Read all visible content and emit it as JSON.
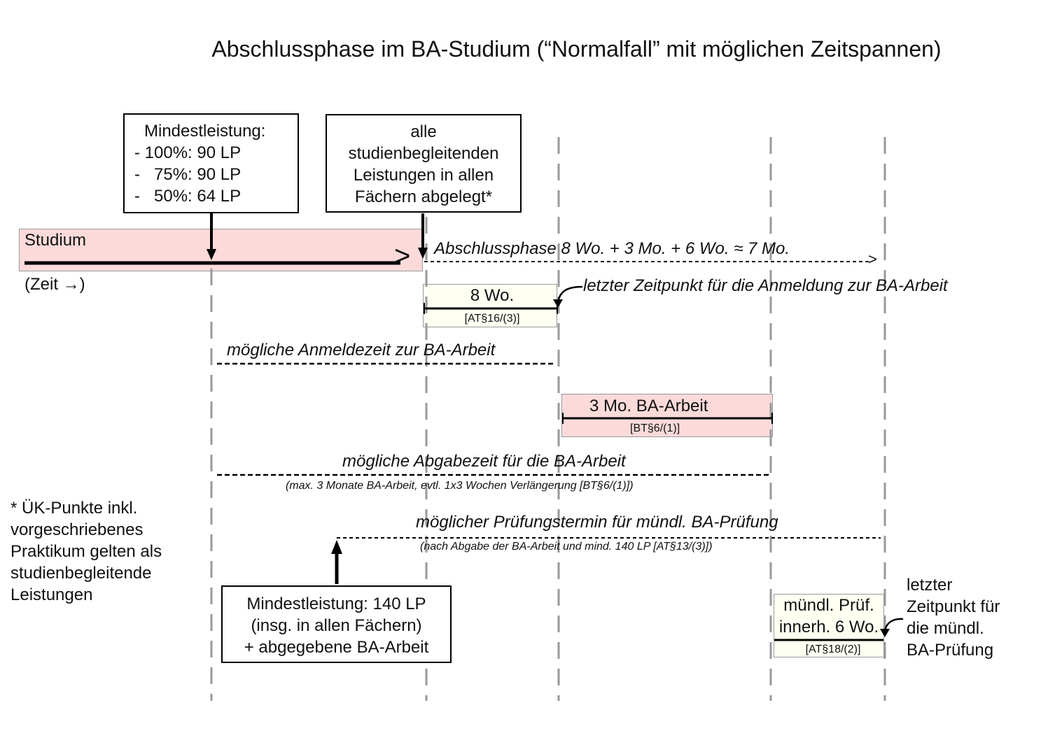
{
  "title": "Abschlussphase im BA-Studium (“Normalfall” mit möglichen Zeitspannen)",
  "colors": {
    "study_fill": "#fcdada",
    "yellow_fill": "#fffff2",
    "line": "#000000",
    "guide": "#999999"
  },
  "box_min": {
    "lines": [
      "Mindestleistung:",
      "- 100%: 90 LP",
      "-   75%: 90 LP",
      "-   50%: 64 LP"
    ]
  },
  "box_alle": {
    "lines": [
      "alle",
      "studienbegleitenden",
      "Leistungen in allen",
      "Fächern abgelegt*"
    ]
  },
  "studium": {
    "label": "Studium",
    "zeit": "(Zeit →)"
  },
  "abschluss": {
    "label": "Abschlussphase 8 Wo. + 3 Mo. + 6 Wo. ≈ 7 Mo.",
    "arrowhead": ">"
  },
  "study_arrowhead": ">",
  "wo8": {
    "label": "8 Wo.",
    "ref": "[AT§16/(3)]"
  },
  "letzter_anmeldung": "letzter Zeitpunkt für die Anmeldung zur BA-Arbeit",
  "anmeldezeit": "mögliche Anmeldezeit zur BA-Arbeit",
  "ba_arbeit": {
    "label": "3 Mo. BA-Arbeit",
    "ref": "[BT§6/(1)]"
  },
  "abgabezeit": {
    "label": "mögliche Abgabezeit für die BA-Arbeit",
    "note": "(max. 3 Monate BA-Arbeit, evtl. 1x3 Wochen Verlängerung [BT§6/(1)])"
  },
  "footnote": [
    "* ÜK-Punkte inkl.",
    "vorgeschriebenes",
    "Praktikum gelten als",
    "studienbegleitende",
    "Leistungen"
  ],
  "pruefungstermin": {
    "label": "möglicher Prüfungstermin für mündl. BA-Prüfung",
    "note": "(nach Abgabe der BA-Arbeit und mind. 140 LP [AT§13/(3)])"
  },
  "box_140": {
    "lines": [
      "Mindestleistung: 140 LP",
      "(insg. in allen Fächern)",
      "+ abgegebene BA-Arbeit"
    ]
  },
  "muendl": {
    "lines": [
      "mündl. Prüf.",
      "innerh. 6 Wo."
    ],
    "ref": "[AT§18/(2)]"
  },
  "letzter_muendl": [
    "letzter",
    "Zeitpunkt für",
    "die mündl.",
    "BA-Prüfung"
  ]
}
